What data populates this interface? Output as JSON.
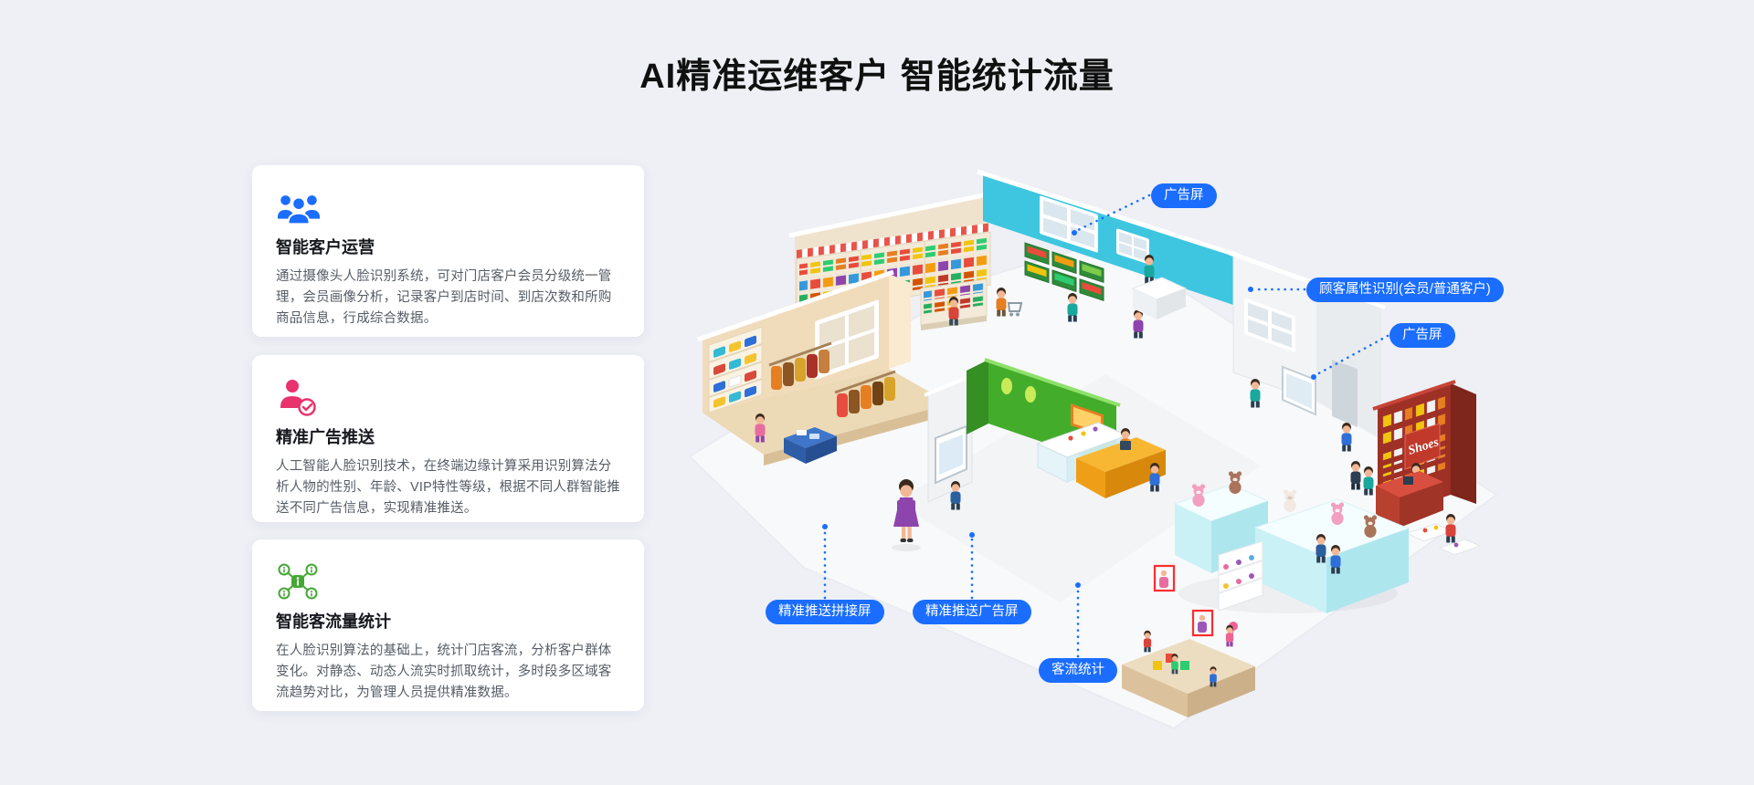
{
  "page": {
    "title": "AI精准运维客户 智能统计流量"
  },
  "features": [
    {
      "icon": "team-users-icon",
      "title": "智能客户运营",
      "description": "通过摄像头人脸识别系统，可对门店客户会员分级统一管理，会员画像分析，记录客户到店时间、到店次数和所购商品信息，行成综合数据。"
    },
    {
      "icon": "person-check-icon",
      "title": "精准广告推送",
      "description": "人工智能人脸识别技术，在终端边缘计算采用识别算法分析人物的性别、年龄、VIP特性等级，根据不同人群智能推送不同广告信息，实现精准推送。"
    },
    {
      "icon": "ai-network-icon",
      "title": "智能客流量统计",
      "description": "在人脸识别算法的基础上，统计门店客流，分析客户群体变化。对静态、动态人流实时抓取统计，多时段多区域客流趋势对比，为管理人员提供精准数据。"
    }
  ],
  "callouts": [
    {
      "id": "ad-screen-top",
      "label": "广告屏"
    },
    {
      "id": "customer-attribute-recognition",
      "label": "顾客属性识别(会员/普通客户)"
    },
    {
      "id": "ad-screen-right",
      "label": "广告屏"
    },
    {
      "id": "precise-push-splice-screen",
      "label": "精准推送拼接屏"
    },
    {
      "id": "precise-push-ad-screen",
      "label": "精准推送广告屏"
    },
    {
      "id": "customer-flow-stats",
      "label": "客流统计"
    }
  ],
  "illustration": {
    "shoes_sign": "Shoes"
  },
  "colors": {
    "background": "#eef0f5",
    "accent_blue": "#1a6dff",
    "card_background": "#ffffff",
    "heading_text": "#111111",
    "body_text": "#565d66",
    "icon_blue": "#1a6dff",
    "icon_pink": "#e8336e",
    "icon_green": "#45a735"
  }
}
